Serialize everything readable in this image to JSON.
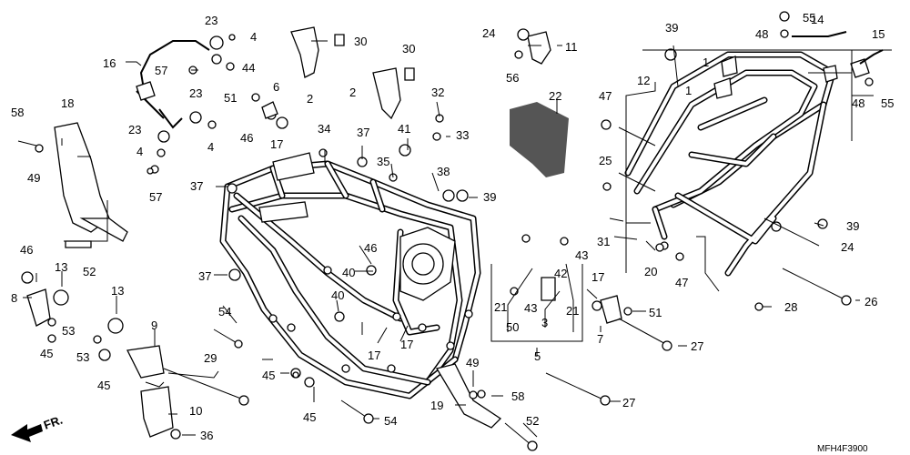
{
  "diagram": {
    "code": "MFH4F3900",
    "front_label": "FR.",
    "callouts": [
      {
        "key": "c23a",
        "text": "23"
      },
      {
        "key": "c4a",
        "text": "4"
      },
      {
        "key": "c16",
        "text": "16"
      },
      {
        "key": "c57a",
        "text": "57"
      },
      {
        "key": "c44",
        "text": "44"
      },
      {
        "key": "c23b",
        "text": "23"
      },
      {
        "key": "c51a",
        "text": "51"
      },
      {
        "key": "c6",
        "text": "6"
      },
      {
        "key": "c46a",
        "text": "46"
      },
      {
        "key": "c17a",
        "text": "17"
      },
      {
        "key": "c23c",
        "text": "23"
      },
      {
        "key": "c4b",
        "text": "4"
      },
      {
        "key": "c4c",
        "text": "4"
      },
      {
        "key": "c57b",
        "text": "57"
      },
      {
        "key": "c30a",
        "text": "30"
      },
      {
        "key": "c2a",
        "text": "2"
      },
      {
        "key": "c30b",
        "text": "30"
      },
      {
        "key": "c2b",
        "text": "2"
      },
      {
        "key": "c32",
        "text": "32"
      },
      {
        "key": "c33",
        "text": "33"
      },
      {
        "key": "c24a",
        "text": "24"
      },
      {
        "key": "c11",
        "text": "11"
      },
      {
        "key": "c56",
        "text": "56"
      },
      {
        "key": "c22",
        "text": "22"
      },
      {
        "key": "c39a",
        "text": "39"
      },
      {
        "key": "c12",
        "text": "12"
      },
      {
        "key": "c1a",
        "text": "1"
      },
      {
        "key": "c1b",
        "text": "1"
      },
      {
        "key": "c55a",
        "text": "55"
      },
      {
        "key": "c14",
        "text": "14"
      },
      {
        "key": "c48a",
        "text": "48"
      },
      {
        "key": "c15",
        "text": "15"
      },
      {
        "key": "c48b",
        "text": "48"
      },
      {
        "key": "c55b",
        "text": "55"
      },
      {
        "key": "c47a",
        "text": "47"
      },
      {
        "key": "c58a",
        "text": "58"
      },
      {
        "key": "c18",
        "text": "18"
      },
      {
        "key": "c49a",
        "text": "49"
      },
      {
        "key": "c34",
        "text": "34"
      },
      {
        "key": "c37a",
        "text": "37"
      },
      {
        "key": "c41",
        "text": "41"
      },
      {
        "key": "c35",
        "text": "35"
      },
      {
        "key": "c38",
        "text": "38"
      },
      {
        "key": "c39b",
        "text": "39"
      },
      {
        "key": "c37b",
        "text": "37"
      },
      {
        "key": "c25",
        "text": "25"
      },
      {
        "key": "c39c",
        "text": "39"
      },
      {
        "key": "c24b",
        "text": "24"
      },
      {
        "key": "c31",
        "text": "31"
      },
      {
        "key": "c20",
        "text": "20"
      },
      {
        "key": "c47b",
        "text": "47"
      },
      {
        "key": "c46b",
        "text": "46"
      },
      {
        "key": "c40a",
        "text": "40"
      },
      {
        "key": "c37c",
        "text": "37"
      },
      {
        "key": "c46c",
        "text": "46"
      },
      {
        "key": "c13a",
        "text": "13"
      },
      {
        "key": "c52a",
        "text": "52"
      },
      {
        "key": "c8",
        "text": "8"
      },
      {
        "key": "c13b",
        "text": "13"
      },
      {
        "key": "c40b",
        "text": "40"
      },
      {
        "key": "c43a",
        "text": "43"
      },
      {
        "key": "c42",
        "text": "42"
      },
      {
        "key": "c21a",
        "text": "21"
      },
      {
        "key": "c50",
        "text": "50"
      },
      {
        "key": "c43b",
        "text": "43"
      },
      {
        "key": "c3",
        "text": "3"
      },
      {
        "key": "c21b",
        "text": "21"
      },
      {
        "key": "c17b",
        "text": "17"
      },
      {
        "key": "c7",
        "text": "7"
      },
      {
        "key": "c51b",
        "text": "51"
      },
      {
        "key": "c28",
        "text": "28"
      },
      {
        "key": "c26",
        "text": "26"
      },
      {
        "key": "c54a",
        "text": "54"
      },
      {
        "key": "c53a",
        "text": "53"
      },
      {
        "key": "c45a",
        "text": "45"
      },
      {
        "key": "c9",
        "text": "9"
      },
      {
        "key": "c53b",
        "text": "53"
      },
      {
        "key": "c17c",
        "text": "17"
      },
      {
        "key": "c17d",
        "text": "17"
      },
      {
        "key": "c5",
        "text": "5"
      },
      {
        "key": "c27a",
        "text": "27"
      },
      {
        "key": "c29",
        "text": "29"
      },
      {
        "key": "c45b",
        "text": "45"
      },
      {
        "key": "c45c",
        "text": "45"
      },
      {
        "key": "c49b",
        "text": "49"
      },
      {
        "key": "c58b",
        "text": "58"
      },
      {
        "key": "c10",
        "text": "10"
      },
      {
        "key": "c36",
        "text": "36"
      },
      {
        "key": "c45d",
        "text": "45"
      },
      {
        "key": "c54b",
        "text": "54"
      },
      {
        "key": "c19",
        "text": "19"
      },
      {
        "key": "c27b",
        "text": "27"
      },
      {
        "key": "c52b",
        "text": "52"
      }
    ]
  }
}
